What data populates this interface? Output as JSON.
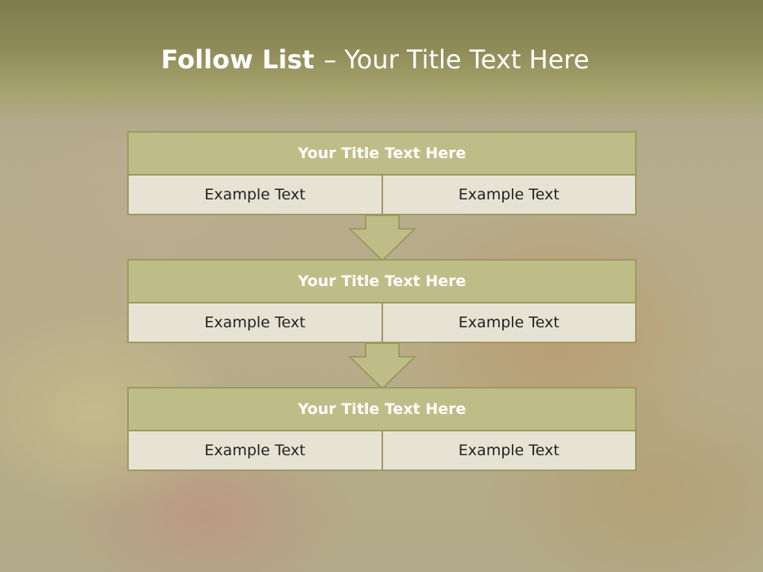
{
  "slide": {
    "title_bold": "Follow List",
    "title_separator": "–",
    "title_rest": "Your Title Text Here"
  },
  "blocks": [
    {
      "title": "Your Title Text Here",
      "left": "Example Text",
      "right": "Example Text"
    },
    {
      "title": "Your Title Text Here",
      "left": "Example Text",
      "right": "Example Text"
    },
    {
      "title": "Your Title Text Here",
      "left": "Example Text",
      "right": "Example Text"
    }
  ],
  "colors": {
    "header": "#8e8b58",
    "block_title_fill": "#bfbd87",
    "cell_fill": "#e6e3d4",
    "border": "#9e9a5e",
    "arrow_fill": "#bfbd87"
  }
}
